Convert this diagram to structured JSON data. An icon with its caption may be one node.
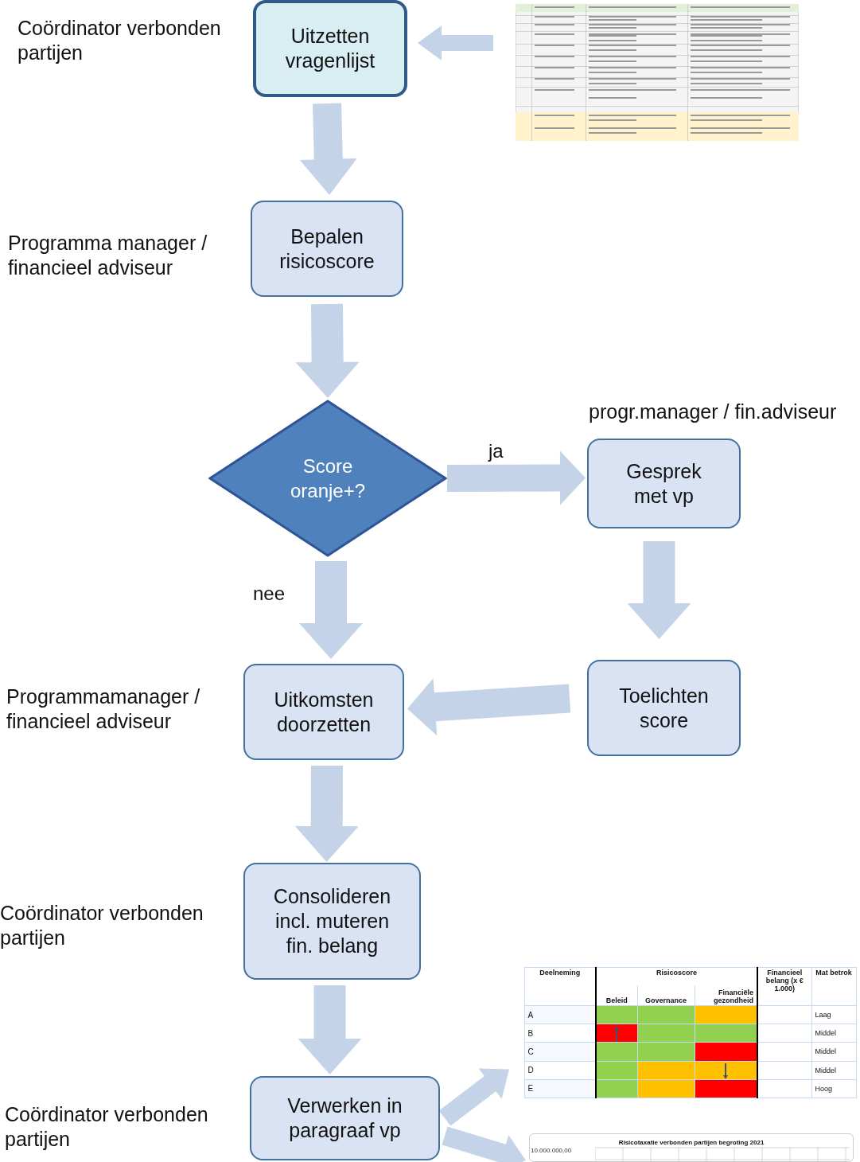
{
  "diagram": {
    "nodes": [
      {
        "text": [
          "Uitzetten vragenlijst"
        ],
        "beside": [
          "Coördinator verbonden partijen"
        ]
      },
      {
        "text": [],
        "shape": "picture"
      },
      {
        "text": [
          "Bepalen risicoscore"
        ],
        "beside": [
          "Programma manager / financieel adviseur"
        ]
      },
      {
        "text": [
          "Score oranje+?"
        ]
      },
      {
        "text": [
          "Gesprek met vp"
        ],
        "beside": [
          "progr.manager / fin.adviseur"
        ]
      },
      {
        "text": [
          "Toelichten score"
        ]
      },
      {
        "text": [
          "Uitkomsten doorzetten"
        ],
        "beside": [
          "Programmamanager / financieel adviseur"
        ]
      },
      {
        "text": [
          "Consolideren incl. muteren fin. belang"
        ],
        "beside": [
          "Coördinator verbonden partijen"
        ]
      },
      {
        "text": [],
        "shape": "box"
      },
      {
        "text": [
          "Verwerken in paragraaf vp"
        ],
        "beside": [
          "Coördinator verbonden partijen"
        ]
      },
      {
        "text": [
          "Risicotaxatie verbonden partijen begroting 2021"
        ]
      }
    ],
    "edges": [
      {
        "from": 1,
        "to": 0,
        "arrow": "to"
      },
      {
        "from": 0,
        "to": 2,
        "arrow": "to"
      },
      {
        "from": 2,
        "to": 3,
        "arrow": "to"
      },
      {
        "from": 3,
        "to": 4,
        "arrow": "to",
        "label": "ja"
      },
      {
        "from": 3,
        "to": 6,
        "arrow": "to",
        "label": "nee"
      },
      {
        "from": 4,
        "to": 5,
        "arrow": "to"
      },
      {
        "from": 5,
        "to": 6,
        "arrow": "to"
      },
      {
        "from": 6,
        "to": 7,
        "arrow": "to"
      },
      {
        "from": 7,
        "to": 9,
        "arrow": "to"
      },
      {
        "from": 9,
        "to": 8,
        "arrow": "to"
      },
      {
        "from": 9,
        "to": 10,
        "arrow": "to"
      }
    ],
    "labels": [
      "Deelneming",
      "Risicoscore",
      "Financieel belang (x € 1.000)",
      "Mat betrok",
      "Beleid",
      "Governance",
      "Financiële gezondheid",
      "A",
      "Laag",
      "B",
      "Middel",
      "C",
      "Middel",
      "D",
      "Middel",
      "E",
      "Hoog",
      "10.000.000,00"
    ]
  }
}
